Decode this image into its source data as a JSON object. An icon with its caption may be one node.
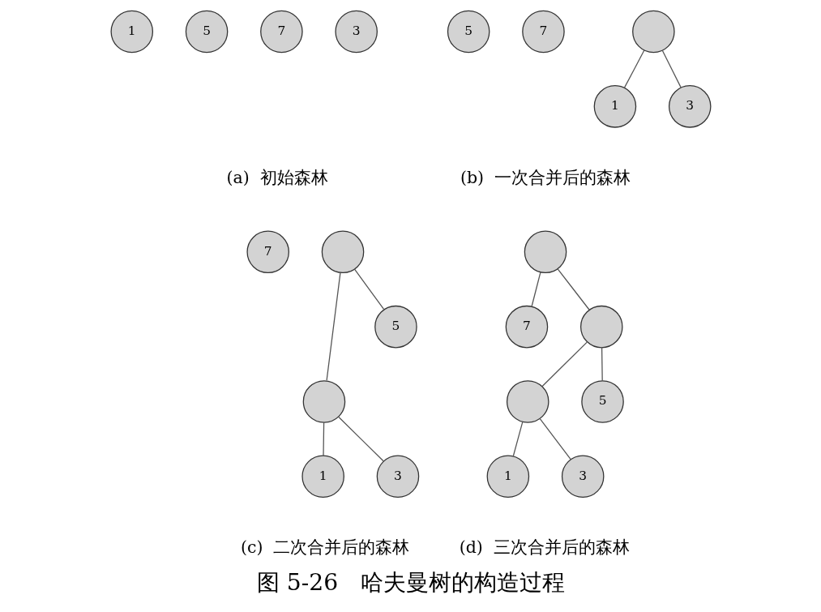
{
  "diagram": {
    "title": "图 5-26　哈夫曼树的构造过程",
    "nodes": [
      {
        "text": [
          "1"
        ]
      },
      {
        "text": [
          "5"
        ]
      },
      {
        "text": [
          "7"
        ]
      },
      {
        "text": [
          "3"
        ]
      },
      {
        "text": [
          "5"
        ]
      },
      {
        "text": [
          "7"
        ]
      },
      {
        "text": [],
        "shape": "circle"
      },
      {
        "text": [
          "1"
        ]
      },
      {
        "text": [
          "3"
        ]
      },
      {
        "text": [
          "7"
        ]
      },
      {
        "text": [],
        "shape": "circle"
      },
      {
        "text": [],
        "shape": "circle"
      },
      {
        "text": [
          "5"
        ]
      },
      {
        "text": [
          "1"
        ]
      },
      {
        "text": [
          "3"
        ]
      },
      {
        "text": [],
        "shape": "circle"
      },
      {
        "text": [
          "7"
        ]
      },
      {
        "text": [],
        "shape": "circle"
      },
      {
        "text": [],
        "shape": "circle"
      },
      {
        "text": [
          "5"
        ]
      },
      {
        "text": [
          "1"
        ]
      },
      {
        "text": [
          "3"
        ]
      }
    ],
    "edges": [
      {
        "from": 6,
        "to": 7,
        "arrow": "none"
      },
      {
        "from": 6,
        "to": 8,
        "arrow": "none"
      },
      {
        "from": 10,
        "to": 11,
        "arrow": "none"
      },
      {
        "from": 10,
        "to": 12,
        "arrow": "none"
      },
      {
        "from": 11,
        "to": 13,
        "arrow": "none"
      },
      {
        "from": 11,
        "to": 14,
        "arrow": "none"
      },
      {
        "from": 15,
        "to": 16,
        "arrow": "none"
      },
      {
        "from": 15,
        "to": 17,
        "arrow": "none"
      },
      {
        "from": 17,
        "to": 18,
        "arrow": "none"
      },
      {
        "from": 17,
        "to": 19,
        "arrow": "none"
      },
      {
        "from": 18,
        "to": 20,
        "arrow": "none"
      },
      {
        "from": 18,
        "to": 21,
        "arrow": "none"
      }
    ],
    "labels": [
      "(a)  初始森林",
      "(b)  一次合并后的森林",
      "(c)  二次合并后的森林",
      "(d)  三次合并后的森林"
    ]
  }
}
